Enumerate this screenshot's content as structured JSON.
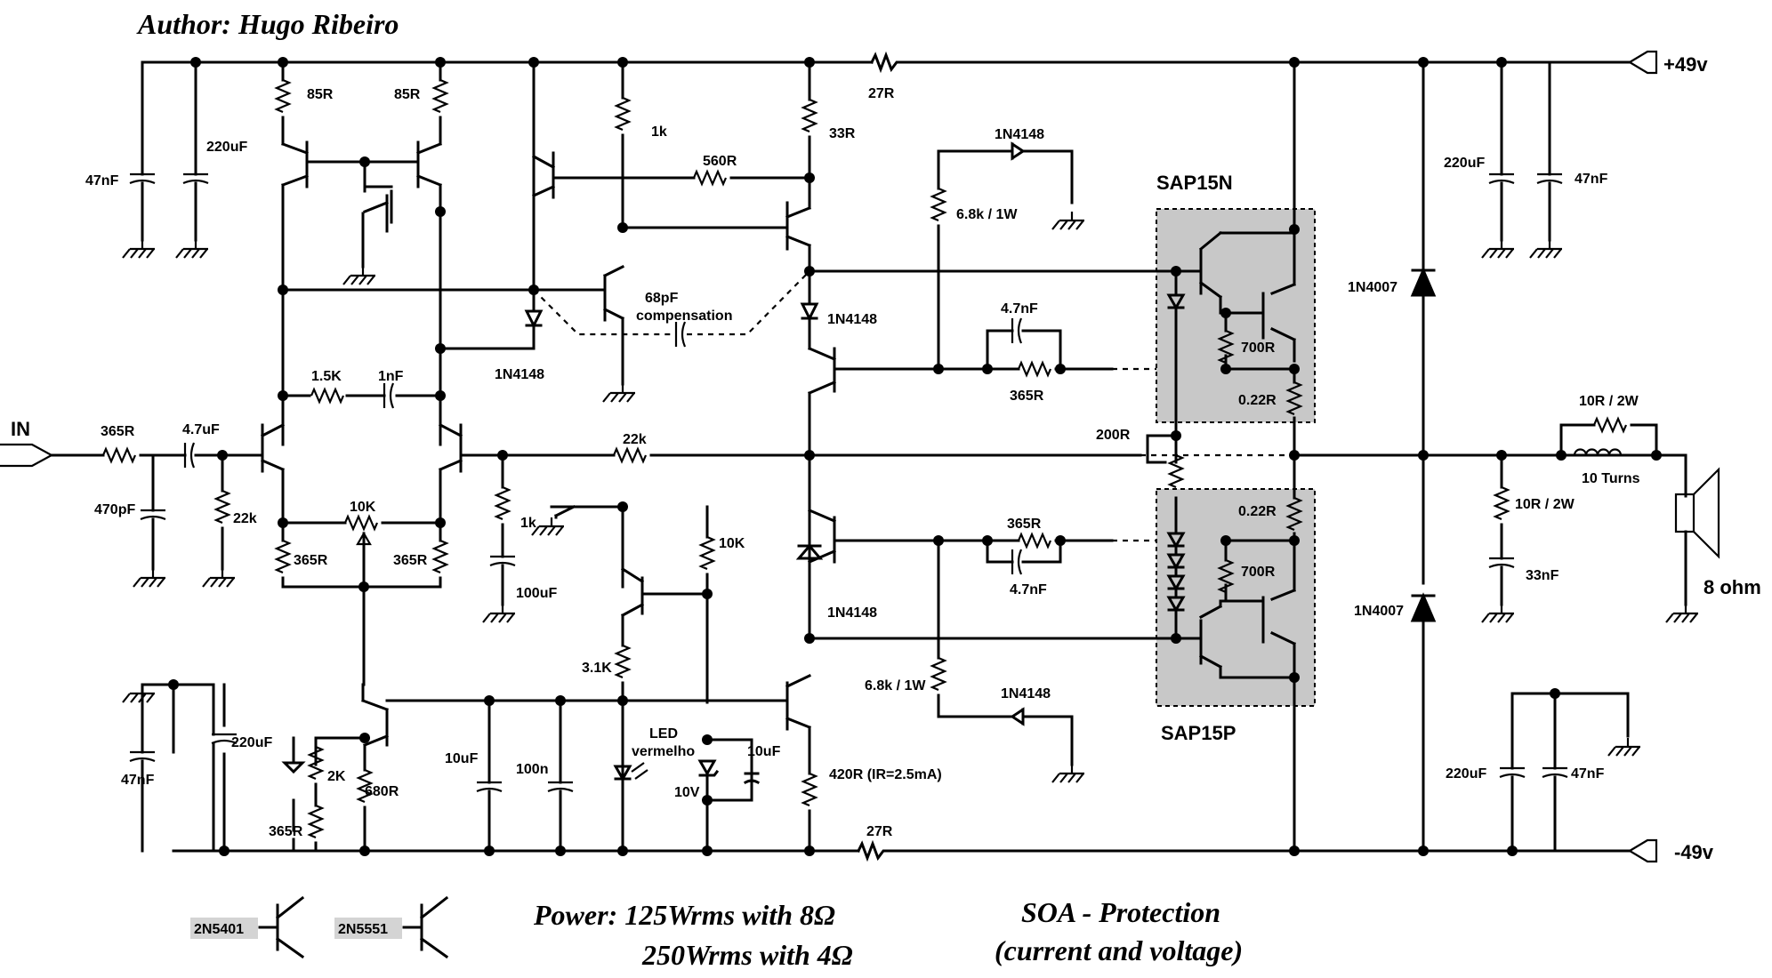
{
  "title": "Author: Hugo Ribeiro",
  "rails": {
    "pos": "+49v",
    "neg": "-49v"
  },
  "input_label": "IN",
  "output_label": "8 ohm",
  "modules": {
    "n": "SAP15N",
    "p": "SAP15P"
  },
  "components": {
    "r85a": "85R",
    "r85b": "85R",
    "r1k": "1k",
    "r33": "33R",
    "r27a": "27R",
    "r27b": "27R",
    "r560": "560R",
    "c47n_a": "47nF",
    "c220u_a": "220uF",
    "c220u_b": "220uF",
    "c47n_b": "47nF",
    "d1n4148_a": "1N4148",
    "r68k_a": "6.8k / 1W",
    "c68p": "68pF",
    "compensation": "compensation",
    "d1n4148_b": "1N4148",
    "d1n4148_c": "1N4148",
    "c47n_c": "4.7nF",
    "r700a": "700R",
    "r365a": "365R",
    "r022a": "0.22R",
    "d1n4007_a": "1N4007",
    "r15k": "1.5K",
    "c1n": "1nF",
    "r365in": "365R",
    "c47u": "4.7uF",
    "c470p": "470pF",
    "r22k_a": "22k",
    "r22k_b": "22k",
    "r200": "200R",
    "r10r2w_a": "10R / 2W",
    "l10t": "10 Turns",
    "r10r2w_b": "10R / 2W",
    "c33n": "33nF",
    "r10k_a": "10K",
    "r365b": "365R",
    "r365c": "365R",
    "r1k_b": "1k",
    "c100u": "100uF",
    "r10k_b": "10K",
    "r365d": "365R",
    "c47n_d": "4.7nF",
    "r022b": "0.22R",
    "r700b": "700R",
    "d1n4148_d": "1N4148",
    "d1n4007_b": "1N4007",
    "r31k": "3.1K",
    "led": "LED",
    "led2": "vermelho",
    "c10u_a": "10uF",
    "z10v": "10V",
    "r68k_b": "6.8k / 1W",
    "d1n4148_e": "1N4148",
    "c47n_e": "47nF",
    "c220u_c": "220uF",
    "r2k": "2K",
    "r365e": "365R",
    "r680": "680R",
    "c10u_b": "10uF",
    "c100n": "100n",
    "r420": "420R (IR=2.5mA)",
    "c220u_d": "220uF",
    "c47n_f": "47nF"
  },
  "legend": {
    "pnp": "2N5401",
    "npn": "2N5551"
  },
  "notes": {
    "power1": "Power: 125Wrms with 8Ω",
    "power2": "250Wrms with 4Ω",
    "soa1": "SOA - Protection",
    "soa2": "(current and voltage)"
  }
}
